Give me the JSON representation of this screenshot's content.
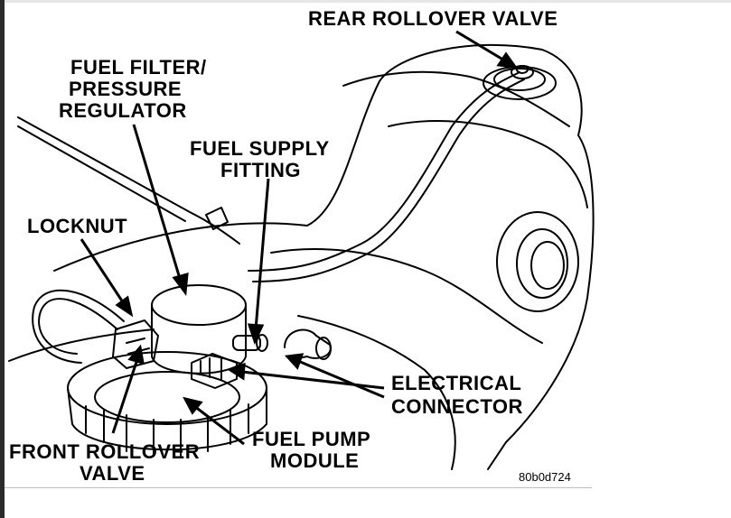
{
  "diagram": {
    "labels": {
      "rear_rollover_valve": "REAR ROLLOVER VALVE",
      "fuel_filter_1": "FUEL FILTER/",
      "fuel_filter_2": "PRESSURE",
      "fuel_filter_3": "REGULATOR",
      "fuel_supply_1": "FUEL SUPPLY",
      "fuel_supply_2": "FITTING",
      "locknut": "LOCKNUT",
      "electrical_1": "ELECTRICAL",
      "electrical_2": "CONNECTOR",
      "fuel_pump_1": "FUEL PUMP",
      "fuel_pump_2": "MODULE",
      "front_rollover_1": "FRONT ROLLOVER",
      "front_rollover_2": "VALVE"
    },
    "figure_code": "80b0d724"
  }
}
